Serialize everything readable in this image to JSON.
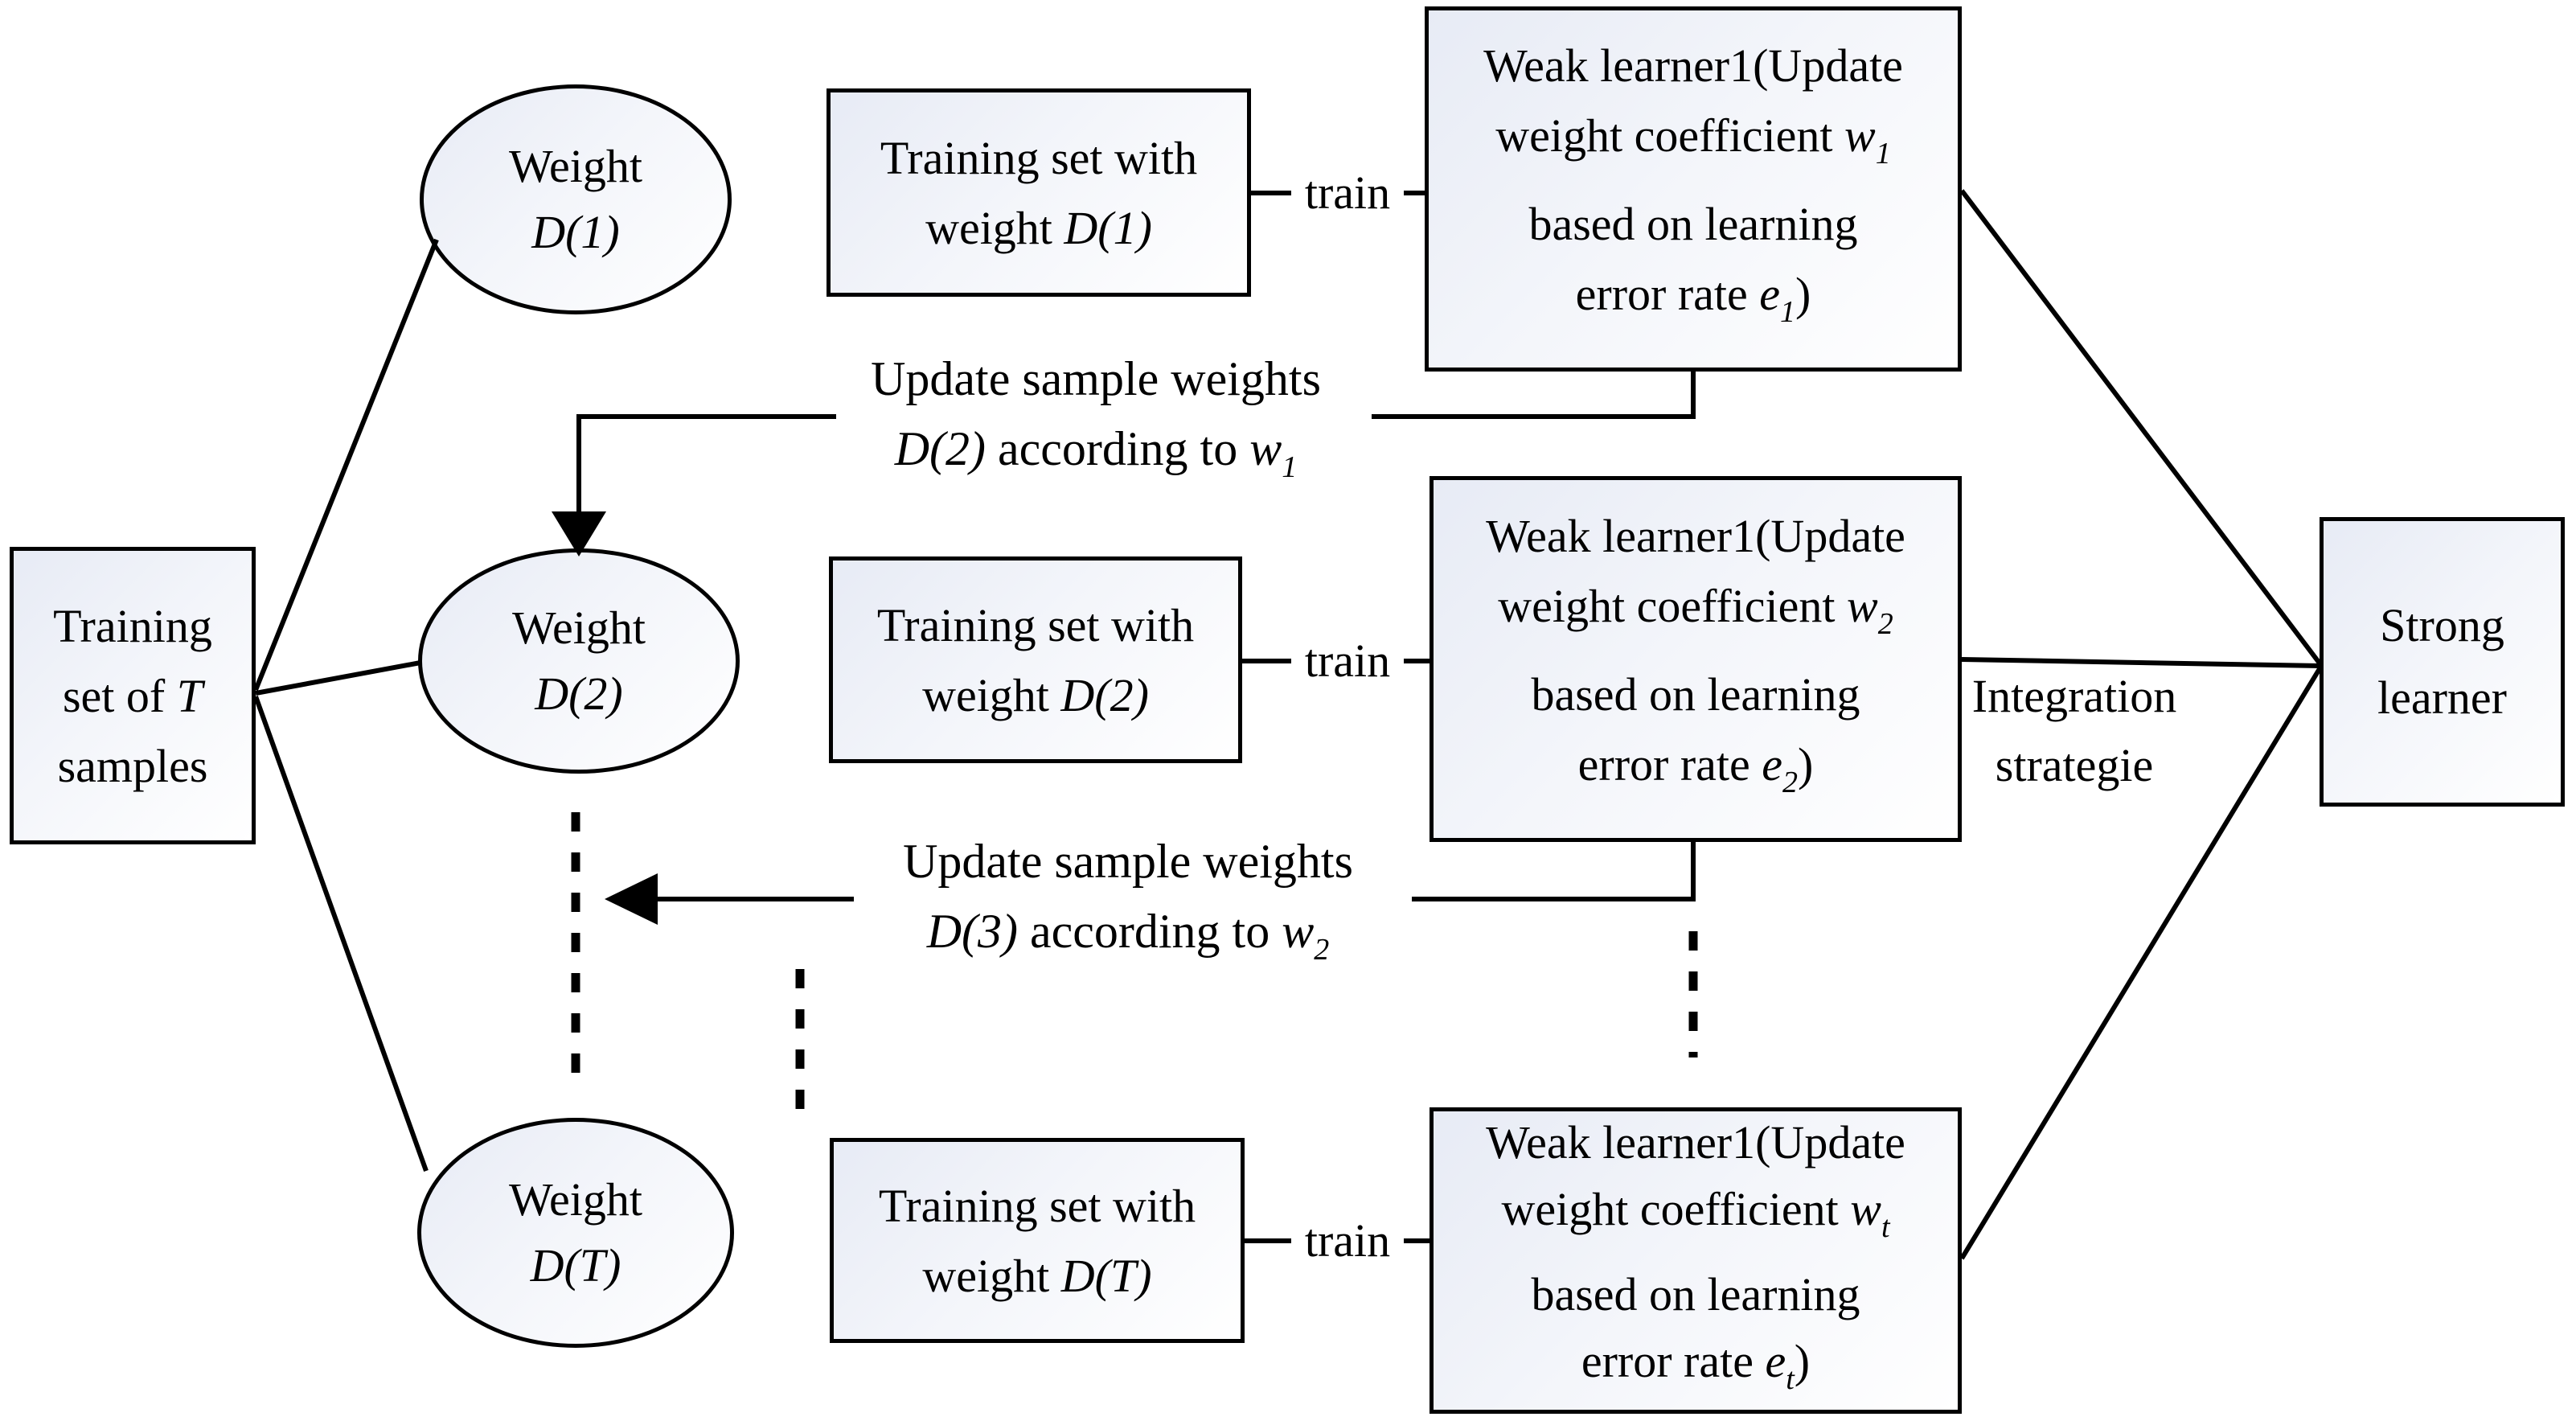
{
  "figure_type": "boosting-algorithm-flow-diagram",
  "colors": {
    "line": "#000000",
    "text": "#000000",
    "shape_fill_top": "#e7ebf5",
    "shape_fill_bottom": "#ffffff",
    "background": "#ffffff"
  },
  "source_box": {
    "line1": "Training",
    "line2_pre": "set of ",
    "line2_var": "T",
    "line3": "samples"
  },
  "ellipses": [
    {
      "line1": "Weight",
      "line2": "D(1)"
    },
    {
      "line1": "Weight",
      "line2": "D(2)"
    },
    {
      "line1": "Weight",
      "line2": "D(T)"
    }
  ],
  "training_boxes": [
    {
      "line1": "Training set with",
      "line2_pre": "weight ",
      "line2_var": "D(1)"
    },
    {
      "line1": "Training set with",
      "line2_pre": "weight ",
      "line2_var": "D(2)"
    },
    {
      "line1": "Training set with",
      "line2_pre": "weight ",
      "line2_var": "D(T)"
    }
  ],
  "train_edges": [
    {
      "label": "train"
    },
    {
      "label": "train"
    },
    {
      "label": "train"
    }
  ],
  "weak_learners": [
    {
      "line1": "Weak learner1(Update",
      "line2_pre": "weight coefficient ",
      "line2_var": "w",
      "line2_sub": "1",
      "line3": "based on learning",
      "line4_pre": "error rate ",
      "line4_var": "e",
      "line4_sub": "1",
      "line4_close": ")"
    },
    {
      "line1": "Weak learner1(Update",
      "line2_pre": "weight coefficient ",
      "line2_var": "w",
      "line2_sub": "2",
      "line3": "based on learning",
      "line4_pre": "error rate ",
      "line4_var": "e",
      "line4_sub": "2",
      "line4_close": ")"
    },
    {
      "line1": "Weak learner1(Update",
      "line2_pre": "weight coefficient ",
      "line2_var": "w",
      "line2_sub": "t",
      "line3": "based on learning",
      "line4_pre": "error rate ",
      "line4_var": "e",
      "line4_sub": "t",
      "line4_close": ")"
    }
  ],
  "update_notes": [
    {
      "line1": "Update sample weights",
      "line2_var1": "D(2)",
      "line2_mid": " according to ",
      "line2_var2": "w",
      "line2_sub": "1"
    },
    {
      "line1": "Update sample weights",
      "line2_var1": "D(3)",
      "line2_mid": " according to ",
      "line2_var2": "w",
      "line2_sub": "2"
    }
  ],
  "integration_edge": {
    "line1": "Integration",
    "line2": "strategie"
  },
  "strong_box": {
    "line1": "Strong",
    "line2": "learner"
  }
}
